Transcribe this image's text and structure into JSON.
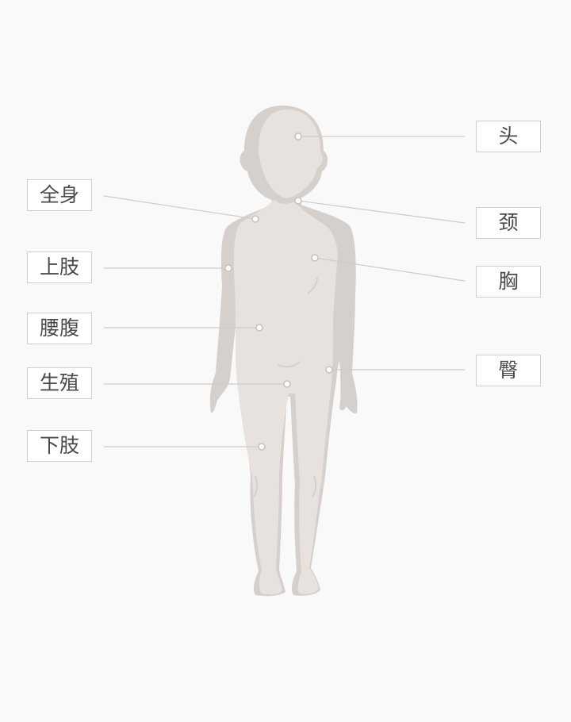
{
  "colors": {
    "background": "#f9f9f9",
    "body_fill": "#e8e2df",
    "body_shade": "#d6d0cc",
    "leader_line": "#cccccc",
    "label_border": "#cfcfcf",
    "label_text": "#4a4a4a"
  },
  "body_parts": {
    "whole_body": "全身",
    "upper_limb": "上肢",
    "waist_abdomen": "腰腹",
    "genital": "生殖",
    "lower_limb": "下肢",
    "head": "头",
    "neck": "颈",
    "chest": "胸",
    "buttock": "臀"
  }
}
